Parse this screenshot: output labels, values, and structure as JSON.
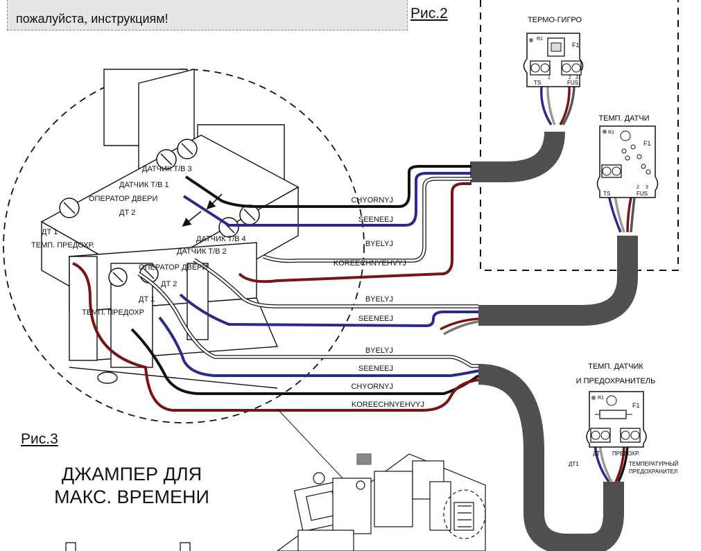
{
  "note": {
    "text": "пожалуйста, инструкциям!"
  },
  "figures": {
    "fig2": "Рис.2",
    "fig3": "Рис.3"
  },
  "jumper": {
    "line1": "ДЖАМПЕР ДЛЯ",
    "line2": "МАКС. ВРЕМЕНИ"
  },
  "sensors": {
    "thermo_hygro": {
      "title": "ТЕРМО-ГИГРО",
      "r1": "R1",
      "f1": "F1",
      "ts": "TS",
      "fus": "FUS",
      "pin1": "1",
      "pin2": "2",
      "pin3": "3"
    },
    "temp_sensor": {
      "title": "ТЕМП. ДАТЧИ",
      "r1": "R1",
      "f1": "F1",
      "ts": "TS",
      "fus": "FUS",
      "pin2": "2",
      "pin3": "3"
    },
    "temp_fuse": {
      "title_line1": "ТЕМП. ДАТЧИК",
      "title_line2": "И ПРЕДОХРАНИТЕЛЬ",
      "r1": "R1",
      "f1": "F1",
      "dt": "ДТ",
      "fuse": "ПРЕДОХР.",
      "dt1": "ДТ1",
      "fuse_line1": "ТЕМПЕРАТУРНЫЙ",
      "fuse_line2": "ПРЕДОХРАНИТЕЛ"
    }
  },
  "terminals": {
    "upper": [
      "ДАТЧИК Т/В 3",
      "ДАТЧИК Т/В 1",
      "ОПЕРАТОР ДВЕРИ",
      "ДТ 2",
      "ДТ 1",
      "ТЕМП. ПРЕДОХР."
    ],
    "lower": [
      "ДАТЧИК Т/В 4",
      "ДАТЧИК Т/В 2",
      "ОПЕРАТОР ДВЕРИ",
      "ДТ 2",
      "ДТ 1",
      "ТЕМП. ПРЕДОХР"
    ]
  },
  "wires": {
    "group1": [
      "CHYORNYJ",
      "SEENEEJ",
      "BYELYJ",
      "KOREECHNYEHVYJ"
    ],
    "group2": [
      "BYELYJ",
      "SEENEEJ"
    ],
    "group3": [
      "BYELYJ",
      "SEENEEJ",
      "CHYORNYJ",
      "KOREECHNYEHVYJ"
    ]
  },
  "colors": {
    "black": "#111111",
    "blue": "#2a2a8c",
    "white": "#ffffff",
    "brown": "#7a1414",
    "cable": "#505050",
    "note_bg": "#e6e6e6"
  }
}
